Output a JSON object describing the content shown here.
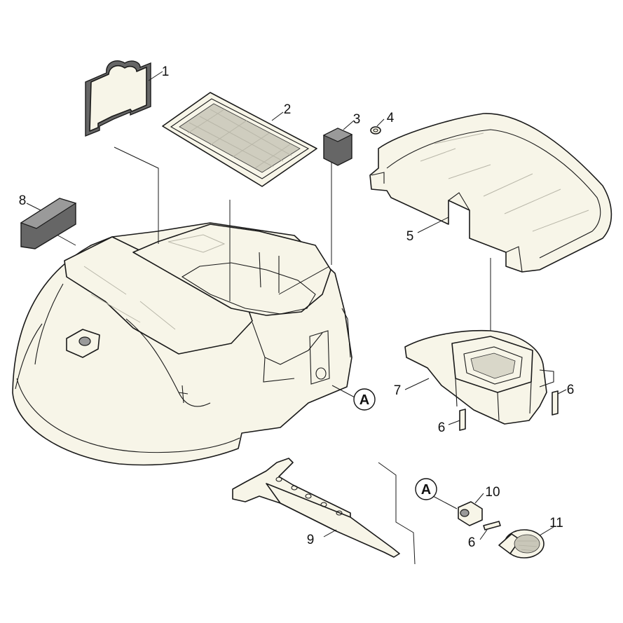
{
  "diagram": {
    "type": "exploded-parts-view",
    "callouts": [
      {
        "id": "c1",
        "label": "1"
      },
      {
        "id": "c2",
        "label": "2"
      },
      {
        "id": "c3",
        "label": "3"
      },
      {
        "id": "c4",
        "label": "4"
      },
      {
        "id": "c5",
        "label": "5"
      },
      {
        "id": "c6a",
        "label": "6"
      },
      {
        "id": "c6b",
        "label": "6"
      },
      {
        "id": "c6c",
        "label": "6"
      },
      {
        "id": "c7",
        "label": "7"
      },
      {
        "id": "c8",
        "label": "8"
      },
      {
        "id": "c9",
        "label": "9"
      },
      {
        "id": "c10",
        "label": "10"
      },
      {
        "id": "c11",
        "label": "11"
      }
    ],
    "references": [
      {
        "id": "refA1",
        "label": "A"
      },
      {
        "id": "refA2",
        "label": "A"
      }
    ]
  }
}
